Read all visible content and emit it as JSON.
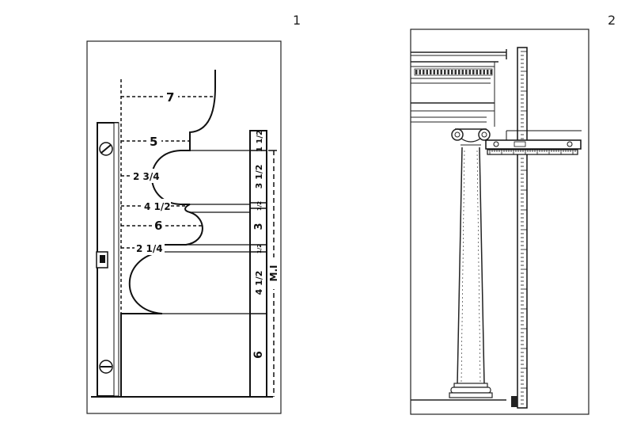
{
  "figures": [
    {
      "number": "1"
    },
    {
      "number": "2"
    }
  ],
  "figure1": {
    "projections": [
      "7",
      "5",
      "2 3/4",
      "4 1/2",
      "6",
      "2 1/4"
    ],
    "heights": [
      "1 1/2",
      "3 1/2",
      "1/2",
      "3",
      "1/2",
      "4 1/2",
      "6"
    ],
    "rod_label": "M.I"
  }
}
